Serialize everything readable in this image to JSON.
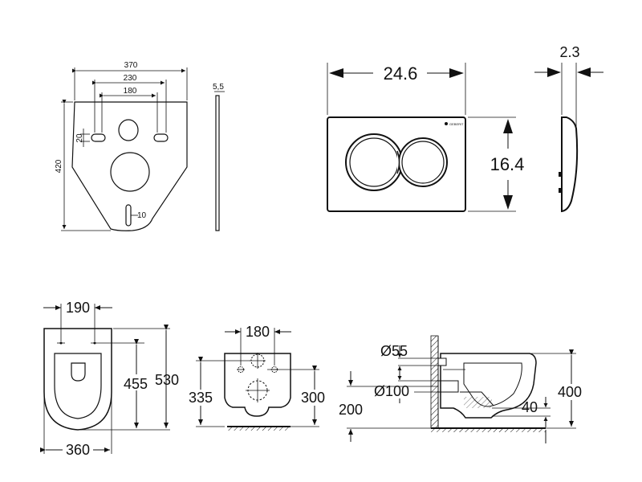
{
  "mounting_plate": {
    "width_outer": "370",
    "width_mid": "230",
    "width_inner": "180",
    "height": "420",
    "slot_height": "20",
    "slot_width": "10",
    "thickness": "5,5"
  },
  "flush_plate": {
    "width": "24.6",
    "height": "16.4",
    "depth": "2.3",
    "brand": "GEBERIT"
  },
  "toilet_top": {
    "bolt_spacing": "190",
    "length_to_bolts": "455",
    "total_length": "530",
    "width": "360"
  },
  "toilet_back": {
    "hole_spacing": "180",
    "height_left": "335",
    "height_right": "300"
  },
  "toilet_side": {
    "inlet_diameter": "Ø55",
    "outlet_diameter": "Ø100",
    "outlet_height": "200",
    "water_depth": "40",
    "rim_height": "400"
  }
}
